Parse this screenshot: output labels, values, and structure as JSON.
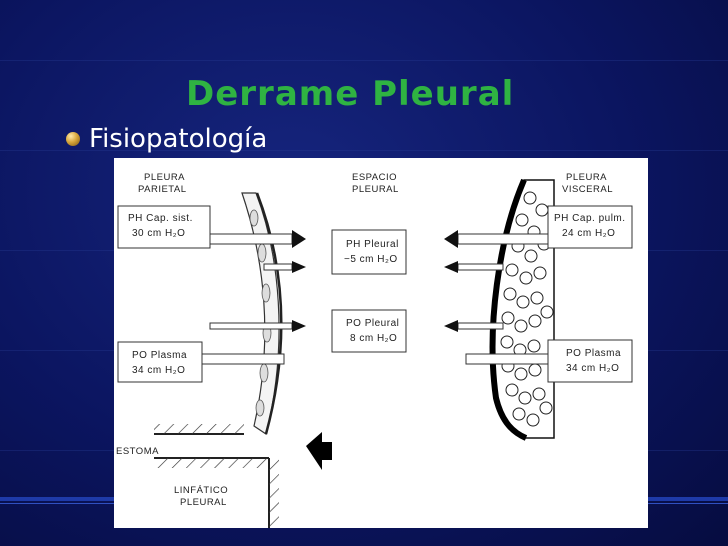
{
  "slide": {
    "title": "Derrame Pleural",
    "bullet": "Fisiopatología",
    "colors": {
      "title": "#2fb342",
      "background": "#0b1560",
      "panel": "#ffffff"
    }
  },
  "diagram": {
    "pleura_parietal": [
      "PLEURA",
      "PARIETAL"
    ],
    "espacio_pleural": [
      "ESPACIO",
      "PLEURAL"
    ],
    "pleura_visceral": [
      "PLEURA",
      "VISCERAL"
    ],
    "ph_cap_sist": [
      "PH Cap. sist.",
      "30 cm H₂O"
    ],
    "po_plasma_left": [
      "PO Plasma",
      "34 cm H₂O"
    ],
    "ph_pleural": [
      "PH Pleural",
      "−5 cm H₂O"
    ],
    "po_pleural": [
      "PO Pleural",
      "8 cm H₂O"
    ],
    "ph_cap_pulm": [
      "PH Cap. pulm.",
      "24 cm H₂O"
    ],
    "po_plasma_right": [
      "PO Plasma",
      "34 cm H₂O"
    ],
    "estoma": "ESTOMA",
    "linfatico": [
      "LINFÁTICO",
      "PLEURAL"
    ]
  }
}
